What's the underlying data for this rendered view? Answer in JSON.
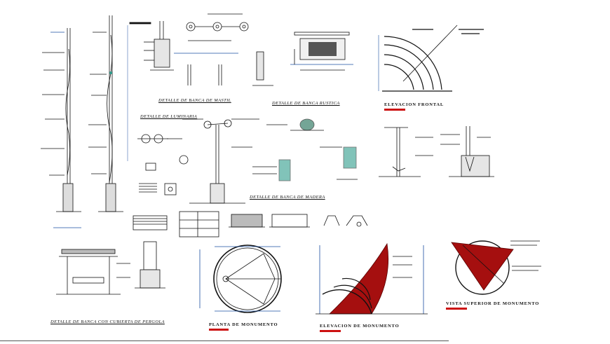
{
  "captions": {
    "mastil": "DETALLE DE BANCA DE MASTIL",
    "banca_rustica": "DETALLE DE BANCA RUSTICA",
    "elevacion": "ELEVACION FRONTAL",
    "luminaria": "DETALLE DE LUMINARIA",
    "banca_madera": "DETALLE DE BANCA DE MADERA",
    "pergola": "DETALLE DE BANCA CON CUBIERTA DE PERGOLA",
    "planta": "PLANTA DE MONUMENTO",
    "elevacion_monumento": "ELEVACION DE MONUMENTO",
    "vista": "VISTA SUPERIOR DE MONUMENTO"
  },
  "colors": {
    "line": "#111111",
    "accent_red": "#cc1111",
    "monument_red": "#a50f0f",
    "dim_blue": "#1a4fa0",
    "teal": "#2e9c8c"
  }
}
